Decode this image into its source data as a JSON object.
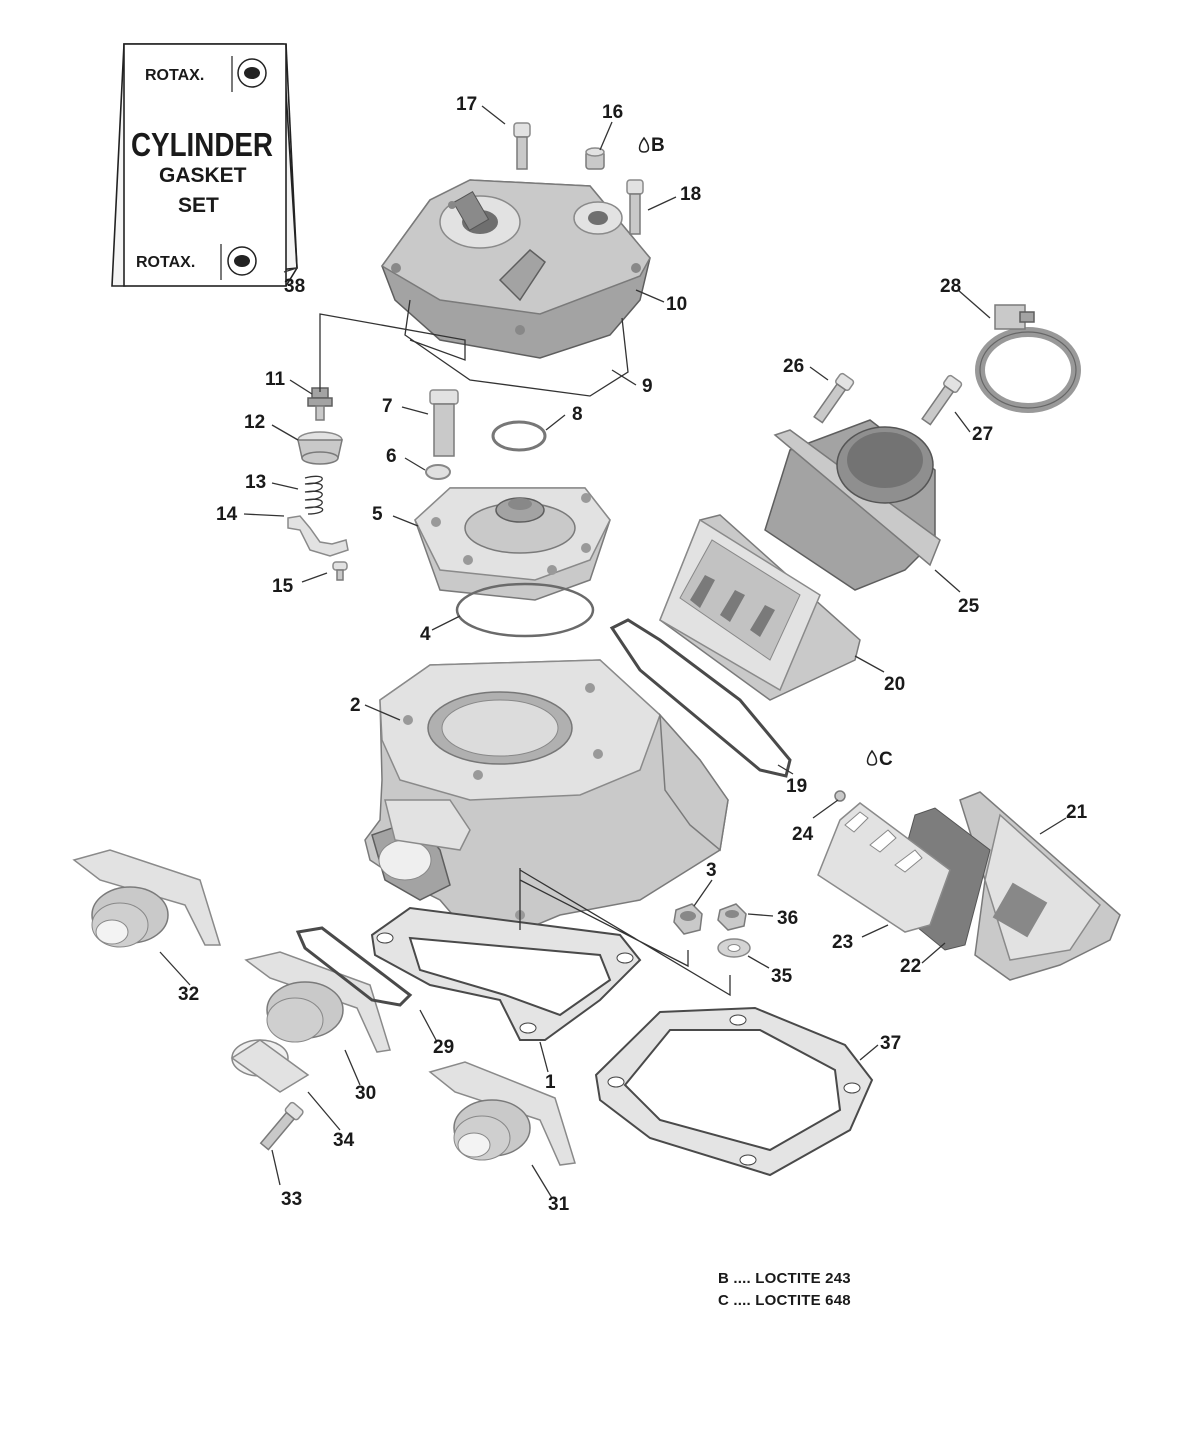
{
  "kit_box": {
    "brand_top": "ROTAX.",
    "title": "CYLINDER",
    "line2": "GASKET",
    "line3": "SET",
    "brand_bottom": "ROTAX."
  },
  "sealant_marks": {
    "b": "B",
    "c": "C"
  },
  "callouts": [
    "1",
    "2",
    "3",
    "4",
    "5",
    "6",
    "7",
    "8",
    "9",
    "10",
    "11",
    "12",
    "13",
    "14",
    "15",
    "16",
    "17",
    "18",
    "19",
    "20",
    "21",
    "22",
    "23",
    "24",
    "25",
    "26",
    "27",
    "28",
    "29",
    "30",
    "31",
    "32",
    "33",
    "34",
    "35",
    "36",
    "37",
    "38"
  ],
  "legend": {
    "b": "B .... LOCTITE 243",
    "c": "C .... LOCTITE 648"
  }
}
